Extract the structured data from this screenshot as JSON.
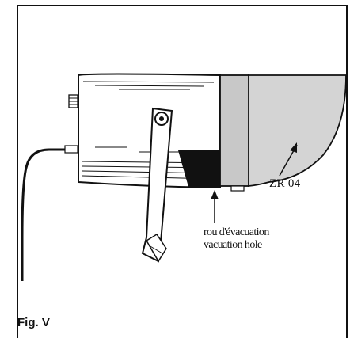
{
  "figure": {
    "caption": "Fig. V",
    "callout_reference": "ZR 04",
    "drain_hole_label_fr": "rou d'évacuation",
    "drain_hole_label_en": "vacuation hole"
  },
  "colors": {
    "ink": "#111111",
    "housing_fill": "#ffffff",
    "shroud_fill": "#d4d4d4",
    "front_panel_fill": "#c8c8c8",
    "background": "#ffffff"
  }
}
